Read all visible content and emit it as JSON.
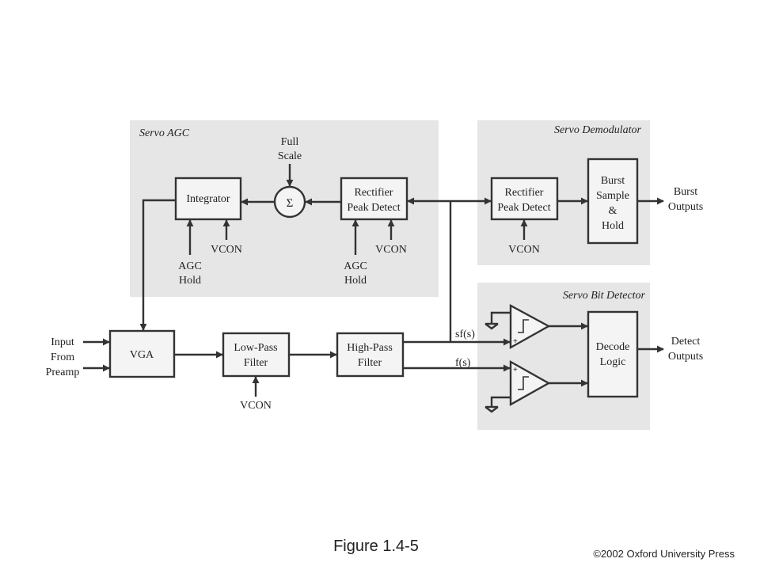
{
  "regions": {
    "servo_agc": "Servo AGC",
    "servo_demodulator": "Servo Demodulator",
    "servo_bit_detector": "Servo Bit Detector"
  },
  "blocks": {
    "integrator": "Integrator",
    "sigma": "Σ",
    "rectifier_agc": [
      "Rectifier",
      "Peak Detect"
    ],
    "rectifier_demod": [
      "Rectifier",
      "Peak Detect"
    ],
    "burst_sample_hold": [
      "Burst",
      "Sample",
      "&",
      "Hold"
    ],
    "vga": "VGA",
    "low_pass_filter": [
      "Low-Pass",
      "Filter"
    ],
    "high_pass_filter": [
      "High-Pass",
      "Filter"
    ],
    "decode_logic": [
      "Decode",
      "Logic"
    ]
  },
  "labels": {
    "full_scale": [
      "Full",
      "Scale"
    ],
    "agc_hold_1": [
      "AGC",
      "Hold"
    ],
    "agc_hold_2": [
      "AGC",
      "Hold"
    ],
    "vcon_integrator": "VCON",
    "vcon_rectifier": "VCON",
    "vcon_demod": "VCON",
    "vcon_lpf": "VCON",
    "burst_outputs": [
      "Burst",
      "Outputs"
    ],
    "detect_outputs": [
      "Detect",
      "Outputs"
    ],
    "input_from_preamp": [
      "Input",
      "From",
      "Preamp"
    ],
    "sf_s": "sf(s)",
    "f_s": "f(s)",
    "comp_plus_top": "+",
    "comp_plus_bottom": "+"
  },
  "caption": "Figure 1.4-5",
  "credit": "©2002 Oxford University Press"
}
